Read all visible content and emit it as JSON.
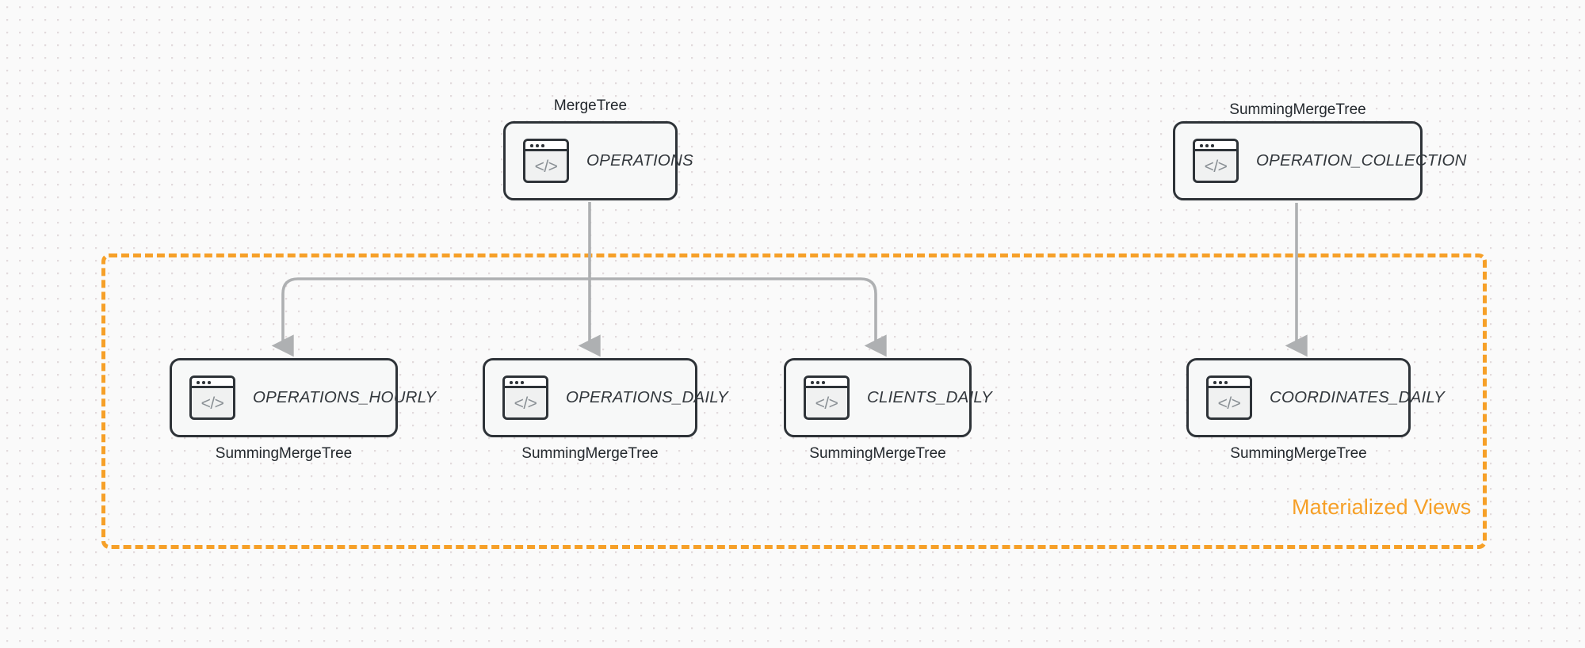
{
  "diagram": {
    "title": "ClickHouse table and materialized view topology",
    "background_color": "#fafafa",
    "accent_color": "#f6a028",
    "node_border_color": "#2e3338",
    "edge_color": "#aeb0b2"
  },
  "group": {
    "caption": "Materialized Views",
    "style": "dashed",
    "color": "#f6a028"
  },
  "sources": [
    {
      "id": "operations",
      "name": "OPERATIONS",
      "engine": "MergeTree",
      "engine_position": "above",
      "icon": "code-window-icon"
    },
    {
      "id": "operation_collection",
      "name": "OPERATION_COLLECTION",
      "engine": "SummingMergeTree",
      "engine_position": "above",
      "icon": "code-window-icon"
    }
  ],
  "views": [
    {
      "id": "operations_hourly",
      "name": "OPERATIONS_HOURLY",
      "engine": "SummingMergeTree",
      "engine_position": "below",
      "icon": "code-window-icon",
      "source": "operations"
    },
    {
      "id": "operations_daily",
      "name": "OPERATIONS_DAILY",
      "engine": "SummingMergeTree",
      "engine_position": "below",
      "icon": "code-window-icon",
      "source": "operations"
    },
    {
      "id": "clients_daily",
      "name": "CLIENTS_DAILY",
      "engine": "SummingMergeTree",
      "engine_position": "below",
      "icon": "code-window-icon",
      "source": "operations"
    },
    {
      "id": "coordinates_daily",
      "name": "COORDINATES_DAILY",
      "engine": "SummingMergeTree",
      "engine_position": "below",
      "icon": "code-window-icon",
      "source": "operation_collection"
    }
  ],
  "icons": {
    "code_glyph": "</>"
  },
  "edges": [
    {
      "from": "operations",
      "to": "operations_hourly"
    },
    {
      "from": "operations",
      "to": "operations_daily"
    },
    {
      "from": "operations",
      "to": "clients_daily"
    },
    {
      "from": "operation_collection",
      "to": "coordinates_daily"
    }
  ]
}
